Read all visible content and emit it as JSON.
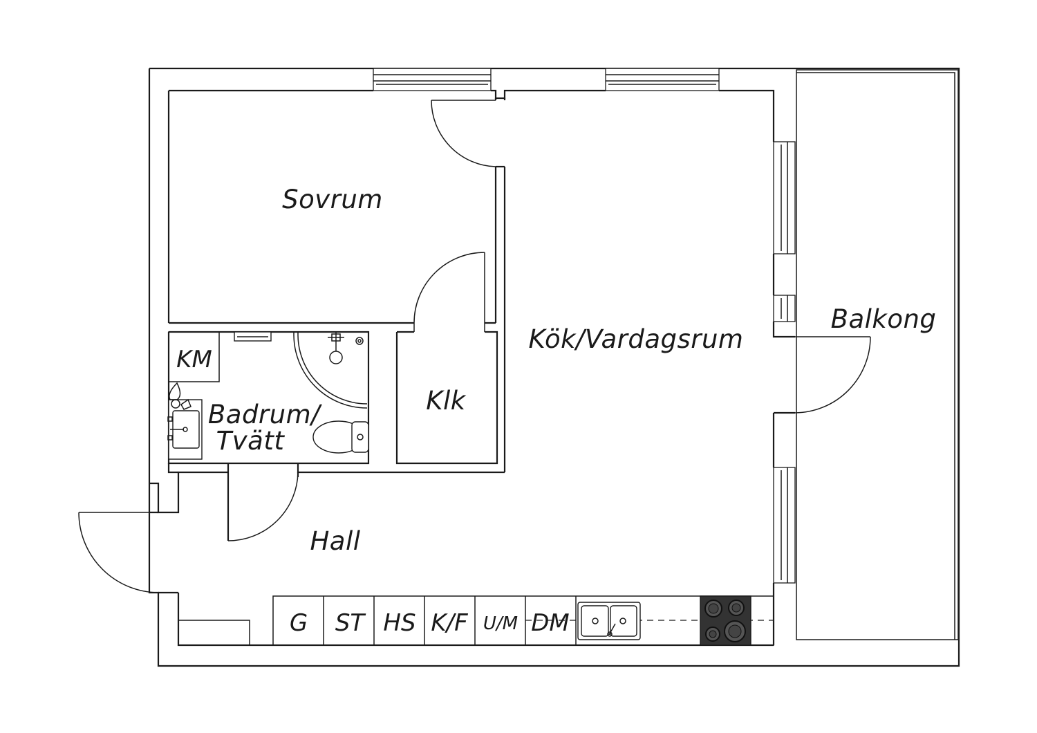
{
  "rooms": {
    "sovrum": "Sovrum",
    "kok_vardagsrum": "Kök/Vardagsrum",
    "balkong": "Balkong",
    "klk": "Klk",
    "km": "KM",
    "badrum_line1": "Badrum/",
    "badrum_line2": "Tvätt",
    "hall": "Hall"
  },
  "kitchen_units": {
    "g": "G",
    "st": "ST",
    "hs": "HS",
    "kf": "K/F",
    "um": "U/M",
    "dm": "DM"
  },
  "icons": {
    "sink": "double-sink-icon",
    "stove": "stove-icon",
    "shower": "shower-icon",
    "toilet": "toilet-icon",
    "washbasin": "washbasin-icon"
  },
  "colors": {
    "line": "#1a1a1a",
    "stove": "#333333"
  }
}
